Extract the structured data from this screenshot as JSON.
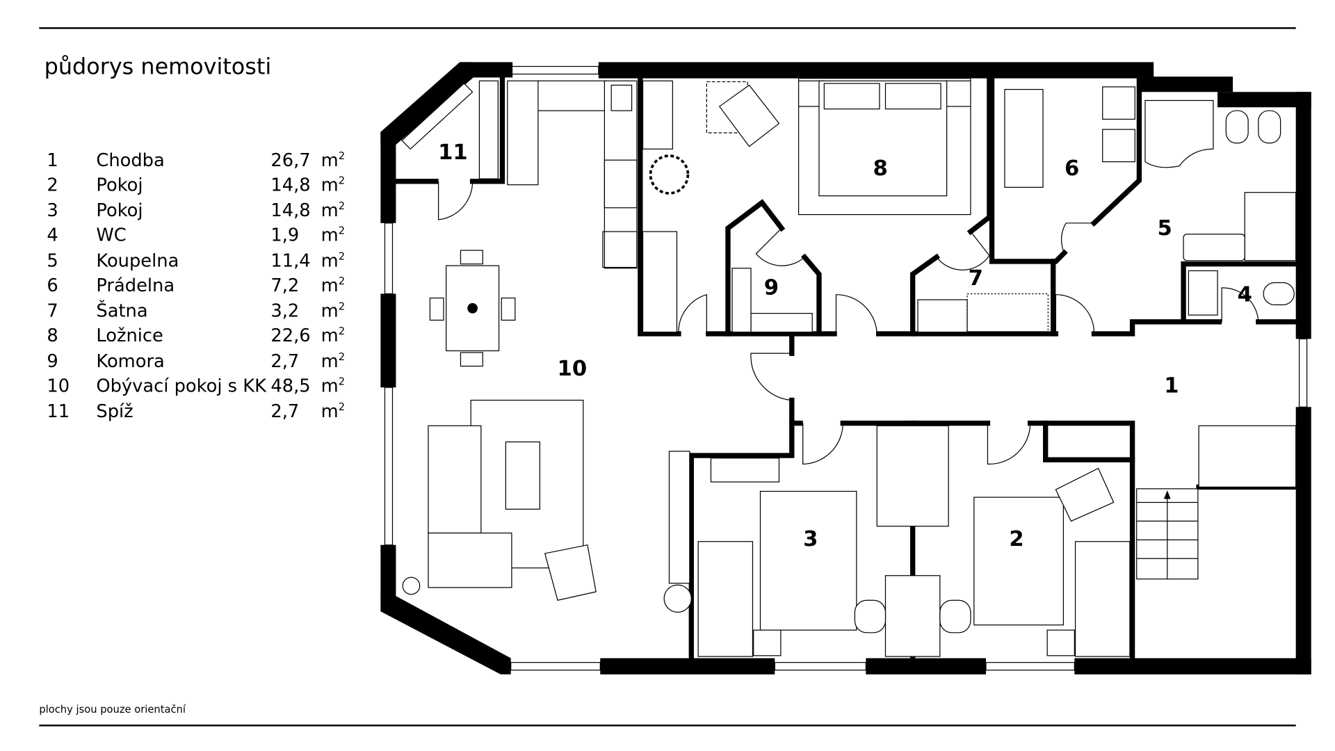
{
  "title": "půdorys nemovitosti",
  "footer": "plochy jsou pouze orientační",
  "unit": "m",
  "unit_sup": "2",
  "rooms": [
    {
      "num": "1",
      "name": "Chodba",
      "area": "26,7"
    },
    {
      "num": "2",
      "name": "Pokoj",
      "area": "14,8"
    },
    {
      "num": "3",
      "name": "Pokoj",
      "area": "14,8"
    },
    {
      "num": "4",
      "name": "WC",
      "area": "1,9"
    },
    {
      "num": "5",
      "name": "Koupelna",
      "area": "11,4"
    },
    {
      "num": "6",
      "name": "Prádelna",
      "area": "7,2"
    },
    {
      "num": "7",
      "name": "Šatna",
      "area": "3,2"
    },
    {
      "num": "8",
      "name": "Ložnice",
      "area": "22,6"
    },
    {
      "num": "9",
      "name": "Komora",
      "area": "2,7"
    },
    {
      "num": "10",
      "name": "Obývací pokoj s KK",
      "area": "48,5"
    },
    {
      "num": "11",
      "name": "Spíž",
      "area": "2,7"
    }
  ]
}
